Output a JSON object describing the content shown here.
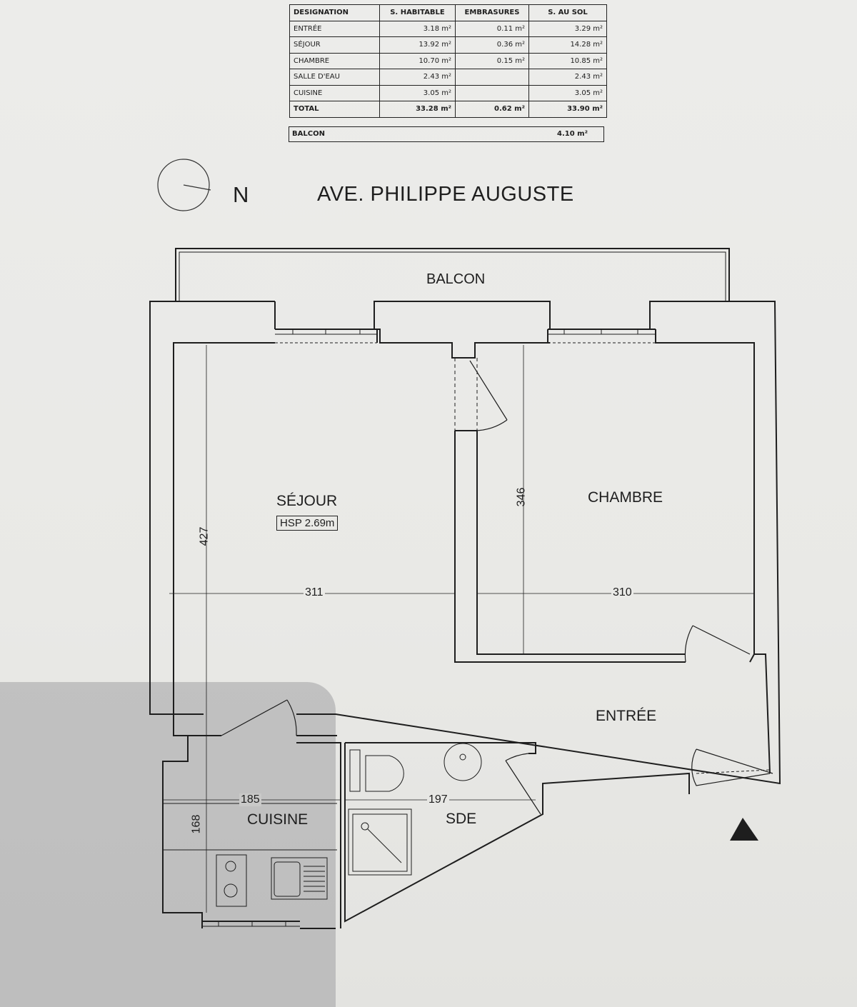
{
  "area_table": {
    "headers": [
      "DESIGNATION",
      "S. HABITABLE",
      "EMBRASURES",
      "S. AU SOL"
    ],
    "rows": [
      {
        "name": "ENTRÉE",
        "habitable": "3.18 m²",
        "embrasures": "0.11 m²",
        "sol": "3.29 m²"
      },
      {
        "name": "SÉJOUR",
        "habitable": "13.92 m²",
        "embrasures": "0.36 m²",
        "sol": "14.28 m²"
      },
      {
        "name": "CHAMBRE",
        "habitable": "10.70 m²",
        "embrasures": "0.15 m²",
        "sol": "10.85 m²"
      },
      {
        "name": "SALLE D'EAU",
        "habitable": "2.43 m²",
        "embrasures": "",
        "sol": "2.43 m²"
      },
      {
        "name": "CUISINE",
        "habitable": "3.05 m²",
        "embrasures": "",
        "sol": "3.05 m²"
      }
    ],
    "total": {
      "name": "TOTAL",
      "habitable": "33.28 m²",
      "embrasures": "0.62 m²",
      "sol": "33.90 m²"
    },
    "balcon": {
      "name": "BALCON",
      "value": "4.10 m²"
    }
  },
  "orientation": {
    "north_label": "N",
    "street": "AVE. PHILIPPE AUGUSTE"
  },
  "plan": {
    "rooms": {
      "balcon": "BALCON",
      "sejour": "SÉJOUR",
      "chambre": "CHAMBRE",
      "entree": "ENTRÉE",
      "cuisine": "CUISINE",
      "sde": "SDE"
    },
    "hsp": "HSP 2.69m",
    "dimensions": {
      "sejour_height": "427",
      "sejour_width": "311",
      "chambre_height": "346",
      "chambre_width": "310",
      "cuisine_width": "185",
      "cuisine_height": "168",
      "sde_width": "197"
    }
  },
  "colors": {
    "line": "#1e1e1e",
    "paper": "#ebebe8",
    "shadow": "#8a8a8f"
  }
}
